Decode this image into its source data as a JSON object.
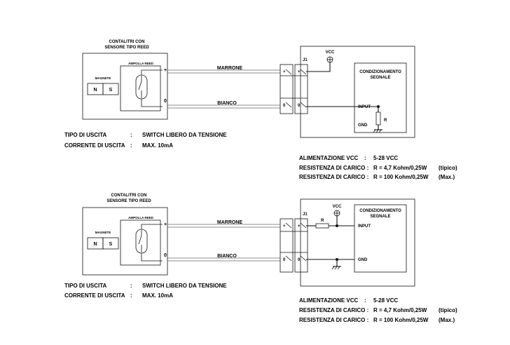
{
  "diagrams": [
    {
      "sensor_title_line1": "CONTALITRI CON",
      "sensor_title_line2": "SENSORE TIPO REED",
      "ampolla_label": "AMPOLLA REED",
      "magnete_label": "MAGNETE",
      "pole_n": "N",
      "pole_s": "S",
      "plus_label": "+",
      "zero_label": "0",
      "wire_top_label": "MARRONE",
      "wire_bottom_label": "BIANCO",
      "j1_label": "J1",
      "vcc_label": "VCC",
      "cond_line1": "CONDIZIONAMENTO",
      "cond_line2": "SEGNALE",
      "input_label": "INPUT",
      "gnd_label": "GND",
      "r_label": "R",
      "term_plus": "+",
      "term_zero": "0",
      "spec_tipo_label": "TIPO DI USCITA",
      "spec_tipo_colon": ":",
      "spec_tipo_value": "SWITCH LIBERO DA TENSIONE",
      "spec_corr_label": "CORRENTE DI USCITA",
      "spec_corr_colon": ":",
      "spec_corr_value": "MAX. 10mA",
      "alim_label": "ALIMENTAZIONE VCC",
      "alim_colon": ":",
      "alim_value": "5-28 VCC",
      "res1_label": "RESISTENZA DI CARICO :",
      "res1_value": "R = 4,7 Kohm/0,25W",
      "res1_note": "(tipico)",
      "res2_label": "RESISTENZA DI CARICO :",
      "res2_value": "R = 100 Kohm/0,25W",
      "res2_note": "(Max.)"
    },
    {
      "sensor_title_line1": "CONTALITRI CON",
      "sensor_title_line2": "SENSORE TIPO REED",
      "ampolla_label": "AMPOLLA REED",
      "magnete_label": "MAGNETE",
      "pole_n": "N",
      "pole_s": "S",
      "plus_label": "+",
      "zero_label": "0",
      "wire_top_label": "MARRONE",
      "wire_bottom_label": "BIANCO",
      "j1_label": "J1",
      "vcc_label": "VCC",
      "cond_line1": "CONDIZIONAMENTO",
      "cond_line2": "SEGNALE",
      "input_label": "INPUT",
      "gnd_label": "GND",
      "r_label": "R",
      "term_plus": "+",
      "term_zero": "0",
      "spec_tipo_label": "TIPO DI USCITA",
      "spec_tipo_colon": ":",
      "spec_tipo_value": "SWITCH LIBERO DA TENSIONE",
      "spec_corr_label": "CORRENTE DI USCITA",
      "spec_corr_colon": ":",
      "spec_corr_value": "MAX. 10mA",
      "alim_label": "ALIMENTAZIONE VCC",
      "alim_colon": ":",
      "alim_value": "5-28 VCC",
      "res1_label": "RESISTENZA DI CARICO :",
      "res1_value": "R = 4,7 Kohm/0,25W",
      "res1_note": "(tipico)",
      "res2_label": "RESISTENZA DI CARICO :",
      "res2_value": "R = 100 Kohm/0,25W",
      "res2_note": "(Max.)"
    }
  ]
}
